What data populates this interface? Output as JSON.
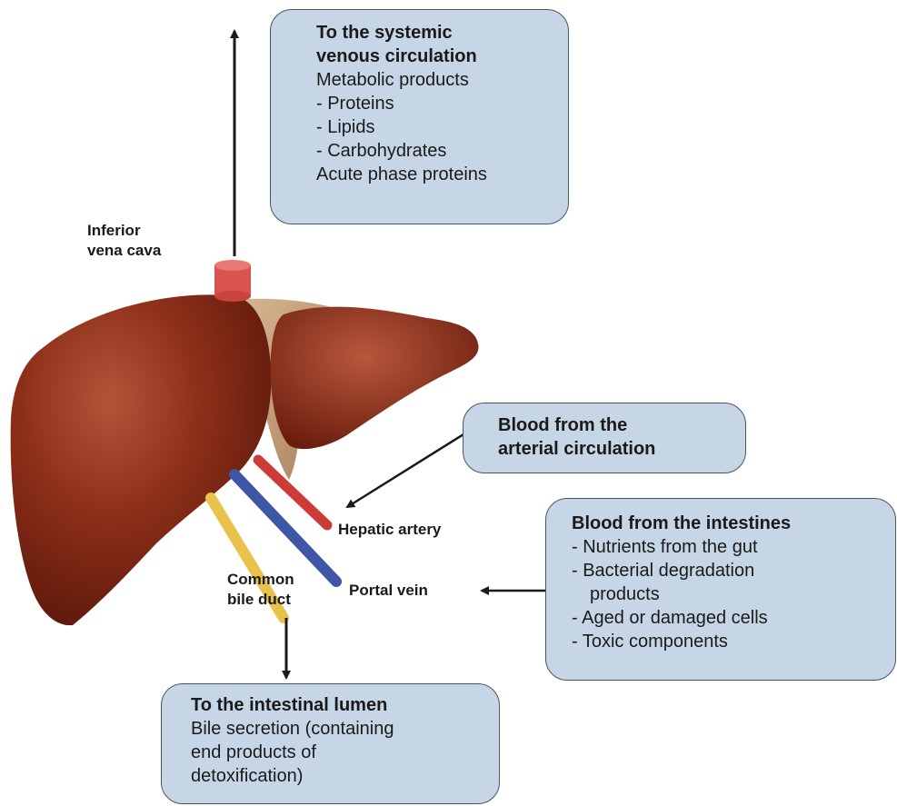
{
  "colors": {
    "box_fill": "#c7d6e6",
    "box_border": "#4a5560",
    "liver": "#7b2413",
    "vena_cava": "#d9534f",
    "artery": "#cc3b35",
    "portal_vein": "#3d56a6",
    "bile_duct": "#e8c24a",
    "arrow": "#1a1a1a"
  },
  "boxes": {
    "systemic": {
      "title": "To the systemic venous circulation",
      "title_lines": [
        "To the systemic",
        "venous circulation"
      ],
      "lead": "Metabolic products",
      "items": [
        "- Proteins",
        "- Lipids",
        "- Carbohydrates"
      ],
      "tail": "Acute phase proteins"
    },
    "arterial": {
      "title_lines": [
        "Blood from the",
        "arterial circulation"
      ]
    },
    "intestines": {
      "title": "Blood from the intestines",
      "items": [
        {
          "lines": [
            "- Nutrients from the gut"
          ]
        },
        {
          "lines": [
            "-  Bacterial degradation",
            "products"
          ]
        },
        {
          "lines": [
            "-  Aged or damaged cells"
          ]
        },
        {
          "lines": [
            "-  Toxic components"
          ]
        }
      ]
    },
    "lumen": {
      "title": "To the intestinal lumen",
      "lines": [
        "Bile secretion (containing",
        "end products of",
        "detoxification)"
      ]
    }
  },
  "labels": {
    "ivc": [
      "Inferior",
      "vena cava"
    ],
    "hepatic_artery": "Hepatic artery",
    "common_bile_duct": [
      "Common",
      "bile duct"
    ],
    "portal_vein": "Portal vein"
  }
}
